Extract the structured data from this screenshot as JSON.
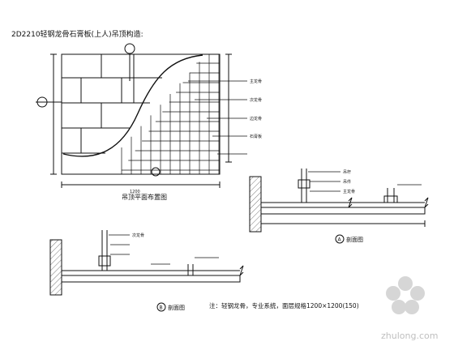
{
  "drawing": {
    "header_title": "2D2210轻钢龙骨石膏板(上人)吊顶构造:",
    "plan_caption": "吊顶平面布置图",
    "section_a_label": "A",
    "section_a_caption": "剖面图",
    "section_b_label": "B",
    "section_b_caption": "剖面图",
    "note": "注：轻钢龙骨，专业系统，面层规格1200×1200(150)",
    "dim_width": "1200",
    "plan_callouts": [
      "主龙骨",
      "次龙骨",
      "边龙骨",
      "石膏板"
    ],
    "section_callouts": [
      "吊杆",
      "吊件",
      "主龙骨",
      "次龙骨"
    ],
    "watermark": "zhulong.com"
  }
}
